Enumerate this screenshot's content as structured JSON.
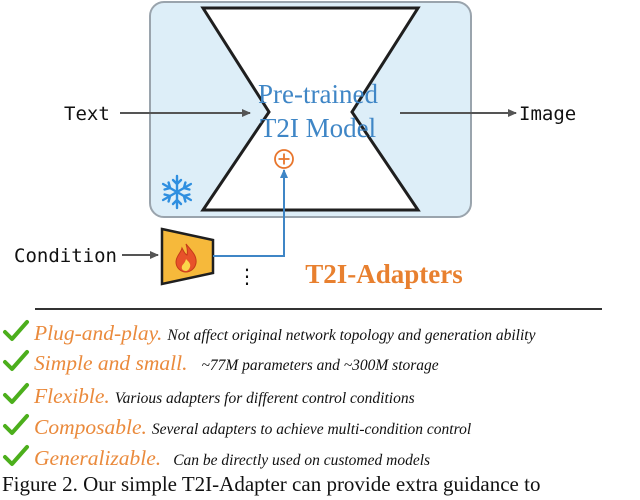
{
  "diagram": {
    "model_label_line1": "Pre-trained",
    "model_label_line2": "T2I Model",
    "text_input": "Text",
    "output": "Image",
    "condition_input": "Condition",
    "ellipsis": "⋮",
    "adapters_title": "T2I-Adapters",
    "colors": {
      "panel_fill": "#ddeef8",
      "panel_stroke": "#9aa4ad",
      "hourglass_stroke": "#1f1f1f",
      "model_text": "#3f86c6",
      "accent": "#e8762d",
      "title": "#e8802f",
      "arrow_blue": "#3f86c6",
      "check": "#4caf1c",
      "snowflake": "#2f8fe0"
    },
    "icons": {
      "snowflake": "snowflake-icon",
      "fire": "fire-icon",
      "check": "check-icon",
      "plus": "circle-plus-icon"
    }
  },
  "features": [
    {
      "title": "Plug-and-play.",
      "desc": "Not affect original network topology and generation ability"
    },
    {
      "title": "Simple and small.",
      "desc": "~77M parameters and ~300M storage"
    },
    {
      "title": "Flexible.",
      "desc": "Various adapters for different control conditions"
    },
    {
      "title": "Composable.",
      "desc": "Several adapters to achieve multi-condition control"
    },
    {
      "title": "Generalizable.",
      "desc": "Can be directly used on customed models"
    }
  ],
  "caption": "Figure 2. Our simple T2I-Adapter can provide extra guidance to"
}
